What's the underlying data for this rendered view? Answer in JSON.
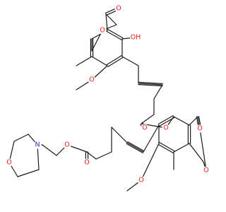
{
  "colors": {
    "bond": "#1a1a1a",
    "oxygen": "#e8221c",
    "nitrogen": "#2a34d6",
    "background": "#ffffff"
  },
  "atom_labels": {
    "top_ketone_O": "O",
    "top_ring_O": "O",
    "top_hydroxyl": "OH",
    "top_methoxy_O": "O",
    "ester1_carbonyl_O": "O",
    "ester1_link_O": "O",
    "bottom_ketone_O": "O",
    "bottom_ring_O": "O",
    "bottom_methoxy_O": "O",
    "ester2_carbonyl_O": "O",
    "ester2_link_O": "O",
    "morpholine_N": "N",
    "morpholine_O": "O"
  }
}
